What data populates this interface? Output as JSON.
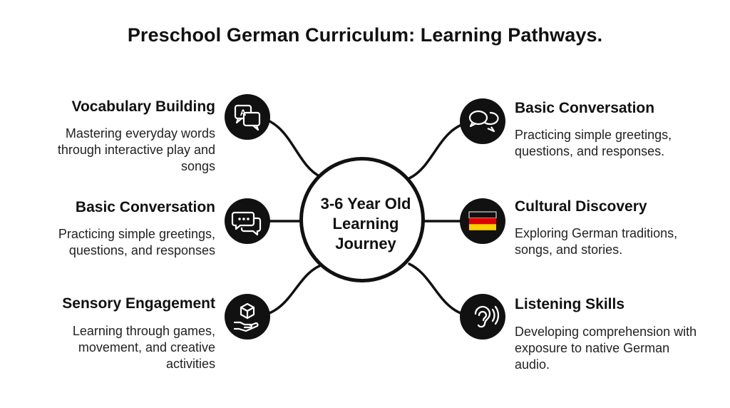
{
  "title": "Preschool German Curriculum: Learning Pathways.",
  "hub": {
    "label_lines": [
      "3-6 Year Old",
      "Learning",
      "Journey"
    ]
  },
  "branches": {
    "vocabulary": {
      "title": "Vocabulary Building",
      "description": "Mastering everyday words through interactive play and songs",
      "icon": "translate-speech-bubble-icon"
    },
    "conversation_left": {
      "title": "Basic Conversation",
      "description": "Practicing simple greetings, questions, and responses",
      "icon": "chat-bubble-icon"
    },
    "sensory": {
      "title": "Sensory Engagement",
      "description": "Learning through games, movement, and creative activities",
      "icon": "hand-holding-cube-icon"
    },
    "conversation_right": {
      "title": "Basic Conversation",
      "description": "Practicing simple greetings, questions, and responses.",
      "icon": "two-speech-bubbles-icon"
    },
    "cultural": {
      "title": "Cultural Discovery",
      "description": "Exploring German traditions, songs, and stories.",
      "icon": "german-flag-icon"
    },
    "listening": {
      "title": "Listening Skills",
      "description": "Developing comprehension with exposure to native German audio.",
      "icon": "ear-icon"
    }
  },
  "colors": {
    "ink": "#111111",
    "background": "#ffffff",
    "flag_black": "#111111",
    "flag_red": "#dd0000",
    "flag_gold": "#ffce00"
  }
}
